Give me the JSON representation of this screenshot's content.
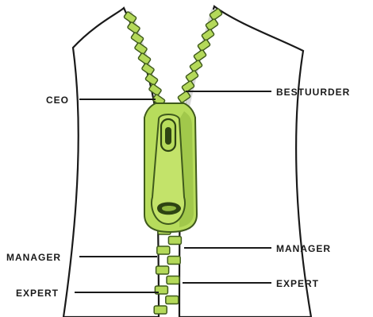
{
  "labels": {
    "ceo": "CEO",
    "bestuurder": "BESTUURDER",
    "manager_left": "MANAGER",
    "manager_right": "MANAGER",
    "expert_left": "EXPERT",
    "expert_right": "EXPERT"
  },
  "colors": {
    "teeth": "#b4d95a",
    "teeth_outline": "#3f5a1c",
    "slider": "#b7dc5c",
    "slider_dark": "#7ea536",
    "tape": "#ffffff",
    "line": "#1a1a1a"
  }
}
